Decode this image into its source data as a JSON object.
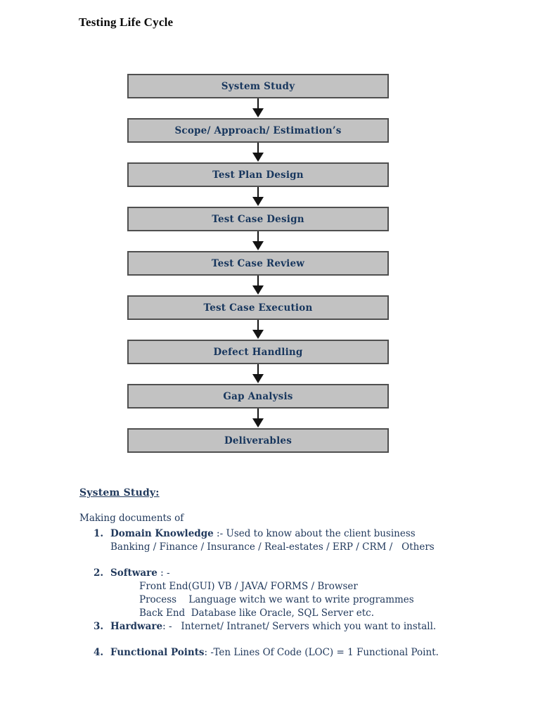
{
  "doc": {
    "title": "Testing Life Cycle"
  },
  "flowchart": {
    "steps": [
      "System Study",
      "Scope/ Approach/ Estimation’s",
      "Test Plan Design",
      "Test Case Design",
      "Test Case Review",
      "Test Case Execution",
      "Defect Handling",
      "Gap Analysis",
      "Deliverables"
    ],
    "arrow_icon": "down-arrow",
    "box_fill_color": "#c2c2c2",
    "box_border_color": "#4f4f4f",
    "box_text_color": "#17365d",
    "arrow_color": "#141414"
  },
  "section": {
    "heading": "System Study:",
    "intro": "Making documents of",
    "items": [
      {
        "num": "1.",
        "term": "Domain Knowledge",
        "rest": " :- Used to know about the client business",
        "cont": [
          "Banking / Finance / Insurance / Real-estates / ERP / CRM /   Others"
        ]
      },
      {
        "num": "2.",
        "term": "Software",
        "rest": " : -",
        "cont": [
          "Front End(GUI) VB / JAVA/ FORMS / Browser",
          "Process    Language witch we want to write programmes",
          "Back End  Database like Oracle, SQL Server etc."
        ]
      },
      {
        "num": "3.",
        "term": "Hardware",
        "rest": ": -   Internet/ Intranet/ Servers which you want to install.",
        "cont": []
      },
      {
        "num": "4.",
        "term": "Functional Points",
        "rest": ": -Ten Lines Of Code (LOC) = 1 Functional Point.",
        "cont": []
      }
    ],
    "text_color": "#21395c"
  }
}
